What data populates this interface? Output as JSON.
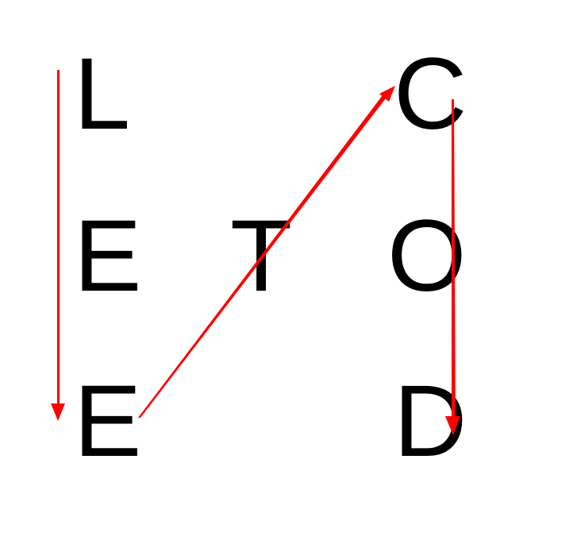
{
  "grid": {
    "rows": [
      [
        "L",
        "",
        "C"
      ],
      [
        "E",
        "T",
        "O"
      ],
      [
        "E",
        "",
        "D"
      ]
    ]
  },
  "arrows": [
    {
      "name": "arrow-down-left-column",
      "color": "#ff0000"
    },
    {
      "name": "arrow-diagonal-up",
      "color": "#ff0000"
    },
    {
      "name": "arrow-down-right-column",
      "color": "#ff0000"
    }
  ],
  "colors": {
    "text": "#000000",
    "arrow": "#ff0000",
    "background": "#ffffff"
  }
}
